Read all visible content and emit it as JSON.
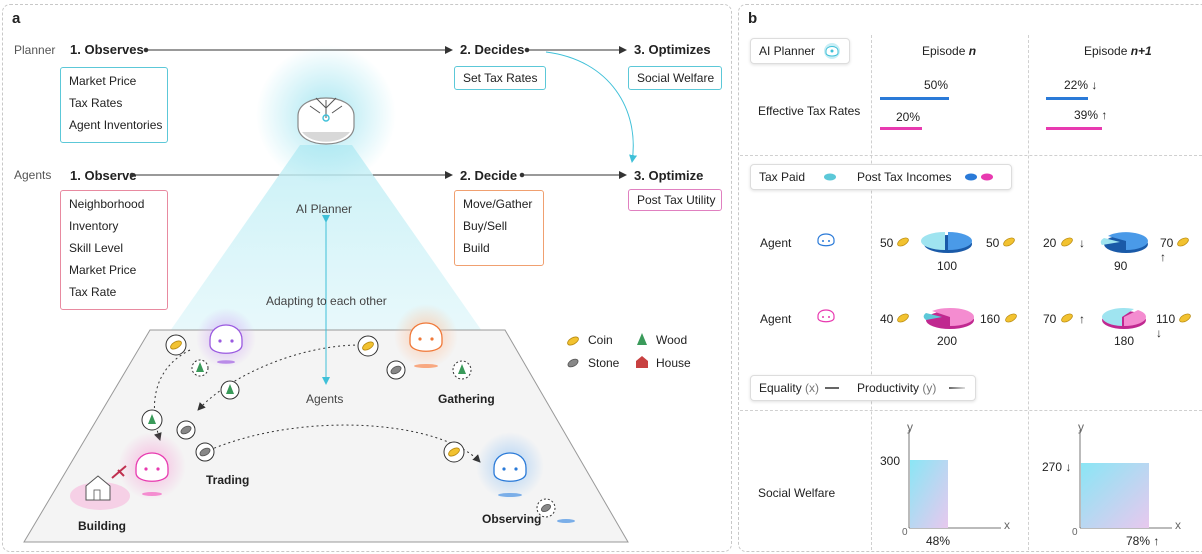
{
  "panel_a": {
    "label": "a",
    "planner_row": {
      "role": "Planner",
      "step1": "1. Observes",
      "step2": "2. Decides",
      "step3": "3. Optimizes",
      "observes_items": [
        "Market Price",
        "Tax Rates",
        "Agent Inventories"
      ],
      "decides_items": [
        "Set Tax Rates"
      ],
      "optimizes_items": [
        "Social Welfare"
      ]
    },
    "agents_row": {
      "role": "Agents",
      "step1": "1. Observe",
      "step2": "2. Decide",
      "step3": "3. Optimize",
      "observe_items": [
        "Neighborhood",
        "Inventory",
        "Skill Level",
        "Market Price",
        "Tax Rate"
      ],
      "decide_items": [
        "Move/Gather",
        "Buy/Sell",
        "Build"
      ],
      "optimize_items": [
        "Post Tax Utility"
      ]
    },
    "pyramid": {
      "top_label": "AI Planner",
      "mid_label": "Adapting to each other",
      "bottom_label": "Agents"
    },
    "legend": {
      "coin": "Coin",
      "wood": "Wood",
      "stone": "Stone",
      "house": "House"
    },
    "activities": {
      "gathering": "Gathering",
      "trading": "Trading",
      "building": "Building",
      "observing": "Observing"
    }
  },
  "panel_b": {
    "label": "b",
    "planner_tag": "AI Planner",
    "episode_n": "Episode",
    "episode_n_var": "n",
    "episode_n1": "Episode",
    "episode_n1_var": "n+1",
    "tax_rates": {
      "label": "Effective Tax Rates",
      "ep_n": [
        "50%",
        "20%"
      ],
      "ep_n1": [
        "22%",
        "39%"
      ],
      "ep_n1_dirs": [
        "↓",
        "↑"
      ]
    },
    "legend1": {
      "tax_paid": "Tax Paid",
      "post_tax": "Post Tax Incomes"
    },
    "agent1": {
      "label": "Agent",
      "ep_n": {
        "left": "50",
        "right": "50",
        "total": "100"
      },
      "ep_n1": {
        "left": "20",
        "left_dir": "↓",
        "right": "70",
        "right_dir": "↑",
        "total": "90"
      }
    },
    "agent2": {
      "label": "Agent",
      "ep_n": {
        "left": "40",
        "right": "160",
        "total": "200"
      },
      "ep_n1": {
        "left": "70",
        "left_dir": "↑",
        "right": "110",
        "right_dir": "↓",
        "total": "180"
      }
    },
    "legend2": {
      "equality": "Equality",
      "equality_var": "(x)",
      "productivity": "Productivity",
      "productivity_var": "(y)"
    },
    "welfare": {
      "label": "Social Welfare",
      "axis_x": "x",
      "axis_y": "y",
      "origin": "0",
      "ep_n": {
        "y_value": "300",
        "x_value": "48%"
      },
      "ep_n1": {
        "y_value": "270",
        "y_dir": "↓",
        "x_value": "78%",
        "x_dir": "↑"
      }
    }
  },
  "colors": {
    "cyan": "#5cc8d8",
    "blue": "#2a7ad8",
    "pink": "#e83ab0",
    "orange": "#f07838",
    "purple": "#9a5ae0",
    "coin": "#f2c230"
  }
}
